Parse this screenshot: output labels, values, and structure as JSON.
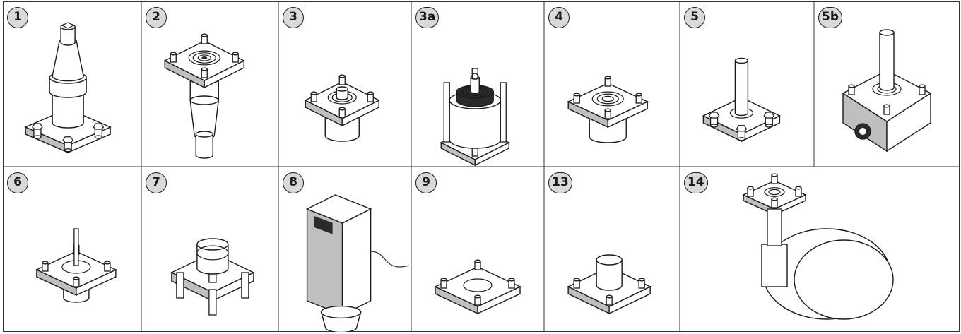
{
  "colors": {
    "badge_fill": "#d9d9d9",
    "outline": "#1a1a1a",
    "part_fill": "#ffffff",
    "part_shadow": "#bfbfbf",
    "part_dark": "#2a2a2a"
  },
  "rows": [
    {
      "cells": [
        {
          "label": "1",
          "icon": "spindle-top-cover-icon"
        },
        {
          "label": "2",
          "icon": "inverted-spindle-cover-icon"
        },
        {
          "label": "3",
          "icon": "short-top-cover-icon"
        },
        {
          "label": "3a",
          "icon": "cage-top-cover-icon"
        },
        {
          "label": "4",
          "icon": "flat-top-cover-icon"
        },
        {
          "label": "5",
          "icon": "solenoid-armature-tube-icon"
        },
        {
          "label": "5b",
          "icon": "solenoid-cover-with-manual-knob-icon"
        }
      ]
    },
    {
      "cells": [
        {
          "label": "6",
          "icon": "pilot-stem-cover-icon"
        },
        {
          "label": "7",
          "icon": "blind-cap-cover-icon"
        },
        {
          "label": "8",
          "icon": "electric-actuator-icon"
        },
        {
          "label": "9",
          "icon": "blank-flange-plate-icon"
        },
        {
          "label": "13",
          "icon": "plug-flange-plate-icon"
        },
        {
          "label": "14",
          "icon": "diaphragm-actuator-icon"
        }
      ]
    }
  ]
}
